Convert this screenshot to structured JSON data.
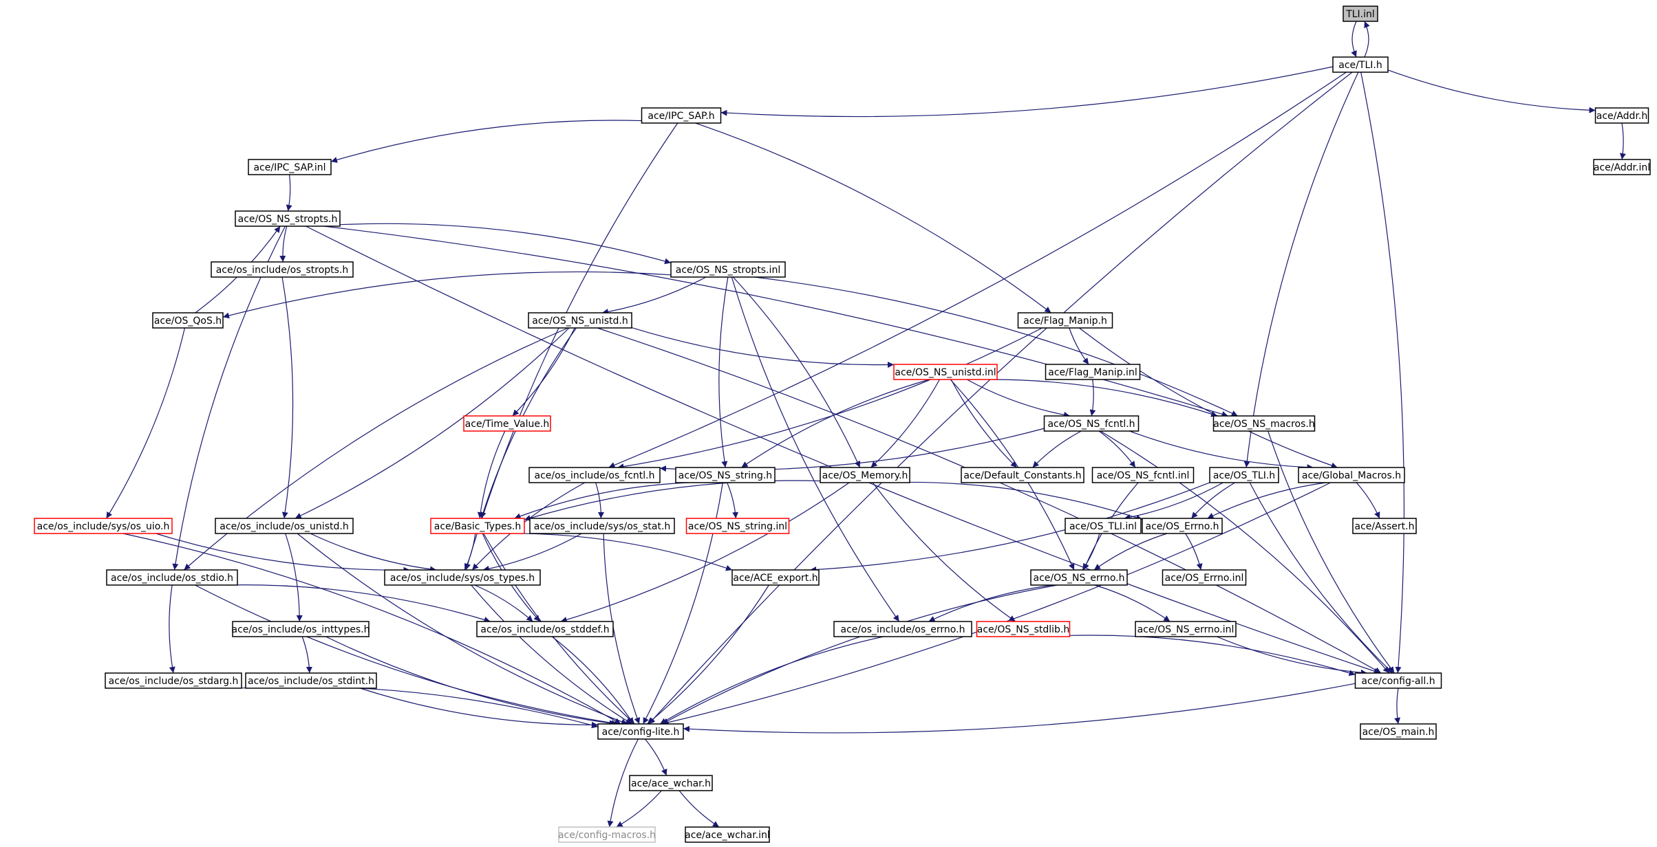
{
  "colors": {
    "edge": "#191970",
    "box_border": "#000000",
    "box_fill": "#ffffff",
    "root_fill": "#bfbfbf",
    "truncated_border": "#ff0000",
    "external_border": "#bfbfbf",
    "external_text": "#8a8a8a"
  },
  "nodes": [
    {
      "id": "tli_inl",
      "label": "TLI.inl",
      "style": "root"
    },
    {
      "id": "tli_h",
      "label": "ace/TLI.h",
      "style": "normal"
    },
    {
      "id": "ipc_sap_h",
      "label": "ace/IPC_SAP.h",
      "style": "normal"
    },
    {
      "id": "addr_h",
      "label": "ace/Addr.h",
      "style": "normal"
    },
    {
      "id": "addr_inl",
      "label": "ace/Addr.inl",
      "style": "normal"
    },
    {
      "id": "ipc_sap_inl",
      "label": "ace/IPC_SAP.inl",
      "style": "normal"
    },
    {
      "id": "os_ns_stropts_h",
      "label": "ace/OS_NS_stropts.h",
      "style": "normal"
    },
    {
      "id": "os_include_os_stropts_h",
      "label": "ace/os_include/os_stropts.h",
      "style": "normal"
    },
    {
      "id": "os_ns_stropts_inl",
      "label": "ace/OS_NS_stropts.inl",
      "style": "normal"
    },
    {
      "id": "os_qos_h",
      "label": "ace/OS_QoS.h",
      "style": "normal"
    },
    {
      "id": "os_ns_unistd_h",
      "label": "ace/OS_NS_unistd.h",
      "style": "normal"
    },
    {
      "id": "flag_manip_h",
      "label": "ace/Flag_Manip.h",
      "style": "normal"
    },
    {
      "id": "os_ns_unistd_inl",
      "label": "ace/OS_NS_unistd.inl",
      "style": "truncated"
    },
    {
      "id": "flag_manip_inl",
      "label": "ace/Flag_Manip.inl",
      "style": "normal"
    },
    {
      "id": "time_value_h",
      "label": "ace/Time_Value.h",
      "style": "truncated"
    },
    {
      "id": "os_ns_fcntl_h",
      "label": "ace/OS_NS_fcntl.h",
      "style": "normal"
    },
    {
      "id": "os_ns_macros_h",
      "label": "ace/OS_NS_macros.h",
      "style": "normal"
    },
    {
      "id": "os_include_os_fcntl_h",
      "label": "ace/os_include/os_fcntl.h",
      "style": "normal"
    },
    {
      "id": "os_ns_string_h",
      "label": "ace/OS_NS_string.h",
      "style": "normal"
    },
    {
      "id": "os_memory_h",
      "label": "ace/OS_Memory.h",
      "style": "normal"
    },
    {
      "id": "default_constants_h",
      "label": "ace/Default_Constants.h",
      "style": "normal"
    },
    {
      "id": "os_ns_fcntl_inl",
      "label": "ace/OS_NS_fcntl.inl",
      "style": "normal"
    },
    {
      "id": "os_tli_h",
      "label": "ace/OS_TLI.h",
      "style": "normal"
    },
    {
      "id": "global_macros_h",
      "label": "ace/Global_Macros.h",
      "style": "normal"
    },
    {
      "id": "os_include_sys_os_uio_h",
      "label": "ace/os_include/sys/os_uio.h",
      "style": "truncated"
    },
    {
      "id": "os_include_os_unistd_h",
      "label": "ace/os_include/os_unistd.h",
      "style": "normal"
    },
    {
      "id": "basic_types_h",
      "label": "ace/Basic_Types.h",
      "style": "truncated"
    },
    {
      "id": "os_include_sys_os_stat_h",
      "label": "ace/os_include/sys/os_stat.h",
      "style": "normal"
    },
    {
      "id": "os_ns_string_inl",
      "label": "ace/OS_NS_string.inl",
      "style": "truncated"
    },
    {
      "id": "os_tli_inl",
      "label": "ace/OS_TLI.inl",
      "style": "normal"
    },
    {
      "id": "os_errno_h",
      "label": "ace/OS_Errno.h",
      "style": "normal"
    },
    {
      "id": "assert_h",
      "label": "ace/Assert.h",
      "style": "normal"
    },
    {
      "id": "os_include_os_stdio_h",
      "label": "ace/os_include/os_stdio.h",
      "style": "normal"
    },
    {
      "id": "os_include_sys_os_types_h",
      "label": "ace/os_include/sys/os_types.h",
      "style": "normal"
    },
    {
      "id": "ace_export_h",
      "label": "ace/ACE_export.h",
      "style": "normal"
    },
    {
      "id": "os_ns_errno_h",
      "label": "ace/OS_NS_errno.h",
      "style": "normal"
    },
    {
      "id": "os_errno_inl",
      "label": "ace/OS_Errno.inl",
      "style": "normal"
    },
    {
      "id": "os_include_os_inttypes_h",
      "label": "ace/os_include/os_inttypes.h",
      "style": "normal"
    },
    {
      "id": "os_include_os_stddef_h",
      "label": "ace/os_include/os_stddef.h",
      "style": "normal"
    },
    {
      "id": "os_include_os_errno_h",
      "label": "ace/os_include/os_errno.h",
      "style": "normal"
    },
    {
      "id": "os_ns_stdlib_h",
      "label": "ace/OS_NS_stdlib.h",
      "style": "truncated"
    },
    {
      "id": "os_ns_errno_inl",
      "label": "ace/OS_NS_errno.inl",
      "style": "normal"
    },
    {
      "id": "os_include_os_stdarg_h",
      "label": "ace/os_include/os_stdarg.h",
      "style": "normal"
    },
    {
      "id": "os_include_os_stdint_h",
      "label": "ace/os_include/os_stdint.h",
      "style": "normal"
    },
    {
      "id": "config_all_h",
      "label": "ace/config-all.h",
      "style": "normal"
    },
    {
      "id": "config_lite_h",
      "label": "ace/config-lite.h",
      "style": "normal"
    },
    {
      "id": "os_main_h",
      "label": "ace/OS_main.h",
      "style": "normal"
    },
    {
      "id": "ace_wchar_h",
      "label": "ace/ace_wchar.h",
      "style": "normal"
    },
    {
      "id": "config_macros_h",
      "label": "ace/config-macros.h",
      "style": "external"
    },
    {
      "id": "ace_wchar_inl",
      "label": "ace/ace_wchar.inl",
      "style": "normal"
    }
  ],
  "edges": [
    [
      "tli_inl",
      "tli_h"
    ],
    [
      "tli_h",
      "tli_inl"
    ],
    [
      "tli_h",
      "ipc_sap_h"
    ],
    [
      "tli_h",
      "addr_h"
    ],
    [
      "tli_h",
      "os_include_os_fcntl_h"
    ],
    [
      "tli_h",
      "os_tli_h"
    ],
    [
      "tli_h",
      "config_all_h"
    ],
    [
      "tli_h",
      "config_lite_h"
    ],
    [
      "addr_h",
      "addr_inl"
    ],
    [
      "ipc_sap_h",
      "ipc_sap_inl"
    ],
    [
      "ipc_sap_h",
      "flag_manip_h"
    ],
    [
      "ipc_sap_h",
      "os_include_sys_os_types_h"
    ],
    [
      "ipc_sap_inl",
      "os_ns_stropts_h"
    ],
    [
      "os_ns_stropts_h",
      "os_include_os_stropts_h"
    ],
    [
      "os_ns_stropts_h",
      "os_ns_stropts_inl"
    ],
    [
      "os_ns_stropts_h",
      "os_include_os_stdio_h"
    ],
    [
      "os_ns_stropts_h",
      "os_ns_macros_h"
    ],
    [
      "os_ns_stropts_h",
      "config_all_h"
    ],
    [
      "os_include_os_stropts_h",
      "os_include_os_unistd_h"
    ],
    [
      "os_qos_h",
      "os_ns_stropts_h"
    ],
    [
      "os_qos_h",
      "os_include_sys_os_uio_h"
    ],
    [
      "os_ns_stropts_inl",
      "os_qos_h"
    ],
    [
      "os_ns_stropts_inl",
      "os_ns_unistd_h"
    ],
    [
      "os_ns_stropts_inl",
      "os_ns_string_h"
    ],
    [
      "os_ns_stropts_inl",
      "os_memory_h"
    ],
    [
      "os_ns_stropts_inl",
      "os_include_os_errno_h"
    ],
    [
      "os_ns_stropts_inl",
      "os_ns_macros_h"
    ],
    [
      "os_ns_unistd_h",
      "os_ns_unistd_inl"
    ],
    [
      "os_ns_unistd_h",
      "time_value_h"
    ],
    [
      "os_ns_unistd_h",
      "basic_types_h"
    ],
    [
      "os_ns_unistd_h",
      "os_include_os_unistd_h"
    ],
    [
      "os_ns_unistd_h",
      "os_include_os_stdio_h"
    ],
    [
      "os_ns_unistd_h",
      "config_all_h"
    ],
    [
      "flag_manip_h",
      "flag_manip_inl"
    ],
    [
      "flag_manip_h",
      "os_include_os_fcntl_h"
    ],
    [
      "flag_manip_h",
      "global_macros_h"
    ],
    [
      "flag_manip_inl",
      "os_ns_fcntl_h"
    ],
    [
      "os_ns_unistd_inl",
      "os_ns_fcntl_h"
    ],
    [
      "os_ns_unistd_inl",
      "os_ns_macros_h"
    ],
    [
      "os_ns_unistd_inl",
      "os_ns_string_h"
    ],
    [
      "os_ns_unistd_inl",
      "os_memory_h"
    ],
    [
      "os_ns_unistd_inl",
      "default_constants_h"
    ],
    [
      "os_ns_unistd_inl",
      "os_ns_errno_h"
    ],
    [
      "time_value_h",
      "basic_types_h"
    ],
    [
      "os_ns_fcntl_h",
      "os_include_os_fcntl_h"
    ],
    [
      "os_ns_fcntl_h",
      "default_constants_h"
    ],
    [
      "os_ns_fcntl_h",
      "os_ns_fcntl_inl"
    ],
    [
      "os_ns_fcntl_h",
      "global_macros_h"
    ],
    [
      "os_ns_fcntl_h",
      "config_all_h"
    ],
    [
      "os_ns_macros_h",
      "config_all_h"
    ],
    [
      "os_include_os_fcntl_h",
      "os_include_sys_os_stat_h"
    ],
    [
      "os_include_os_fcntl_h",
      "os_include_sys_os_types_h"
    ],
    [
      "os_ns_string_h",
      "os_ns_string_inl"
    ],
    [
      "os_ns_string_h",
      "basic_types_h"
    ],
    [
      "os_ns_string_h",
      "config_lite_h"
    ],
    [
      "os_memory_h",
      "basic_types_h"
    ],
    [
      "os_memory_h",
      "os_errno_h"
    ],
    [
      "os_memory_h",
      "os_ns_stdlib_h"
    ],
    [
      "os_memory_h",
      "os_include_os_stddef_h"
    ],
    [
      "os_ns_fcntl_inl",
      "os_ns_errno_h"
    ],
    [
      "os_tli_h",
      "os_tli_inl"
    ],
    [
      "os_tli_h",
      "os_errno_h"
    ],
    [
      "os_tli_h",
      "ace_export_h"
    ],
    [
      "os_tli_h",
      "config_all_h"
    ],
    [
      "global_macros_h",
      "assert_h"
    ],
    [
      "global_macros_h",
      "os_errno_h"
    ],
    [
      "global_macros_h",
      "config_lite_h"
    ],
    [
      "os_include_sys_os_uio_h",
      "os_include_sys_os_types_h"
    ],
    [
      "os_include_sys_os_uio_h",
      "config_lite_h"
    ],
    [
      "os_include_os_unistd_h",
      "os_include_sys_os_types_h"
    ],
    [
      "os_include_os_unistd_h",
      "os_include_os_inttypes_h"
    ],
    [
      "os_include_os_unistd_h",
      "config_lite_h"
    ],
    [
      "basic_types_h",
      "os_include_sys_os_types_h"
    ],
    [
      "basic_types_h",
      "os_include_os_stddef_h"
    ],
    [
      "basic_types_h",
      "ace_export_h"
    ],
    [
      "basic_types_h",
      "config_lite_h"
    ],
    [
      "os_include_sys_os_stat_h",
      "os_include_sys_os_types_h"
    ],
    [
      "os_include_sys_os_stat_h",
      "config_lite_h"
    ],
    [
      "os_tli_inl",
      "os_ns_errno_h"
    ],
    [
      "os_errno_h",
      "os_ns_errno_h"
    ],
    [
      "os_errno_h",
      "os_errno_inl"
    ],
    [
      "os_include_os_stdio_h",
      "os_include_os_stdarg_h"
    ],
    [
      "os_include_os_stdio_h",
      "os_include_os_stddef_h"
    ],
    [
      "os_include_os_stdio_h",
      "config_lite_h"
    ],
    [
      "os_include_sys_os_types_h",
      "os_include_os_stddef_h"
    ],
    [
      "os_include_sys_os_types_h",
      "config_lite_h"
    ],
    [
      "ace_export_h",
      "config_lite_h"
    ],
    [
      "os_ns_errno_h",
      "os_include_os_errno_h"
    ],
    [
      "os_ns_errno_h",
      "os_ns_errno_inl"
    ],
    [
      "os_ns_errno_h",
      "config_lite_h"
    ],
    [
      "os_include_os_inttypes_h",
      "os_include_os_stdint_h"
    ],
    [
      "os_include_os_inttypes_h",
      "config_lite_h"
    ],
    [
      "os_include_os_stddef_h",
      "config_lite_h"
    ],
    [
      "os_include_os_errno_h",
      "config_lite_h"
    ],
    [
      "os_ns_stdlib_h",
      "config_all_h"
    ],
    [
      "os_ns_errno_inl",
      "config_all_h"
    ],
    [
      "os_include_os_stdarg_h",
      "config_lite_h"
    ],
    [
      "os_include_os_stdint_h",
      "config_lite_h"
    ],
    [
      "config_all_h",
      "config_lite_h"
    ],
    [
      "config_all_h",
      "os_main_h"
    ],
    [
      "config_lite_h",
      "ace_wchar_h"
    ],
    [
      "config_lite_h",
      "config_macros_h"
    ],
    [
      "ace_wchar_h",
      "config_macros_h"
    ],
    [
      "ace_wchar_h",
      "ace_wchar_inl"
    ]
  ]
}
